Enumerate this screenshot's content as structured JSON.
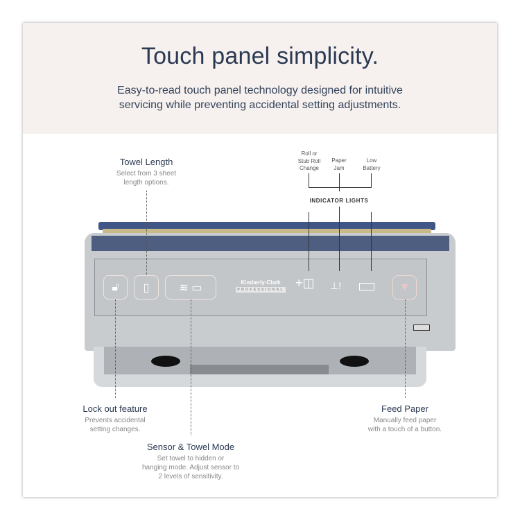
{
  "header": {
    "title": "Touch panel simplicity.",
    "subtitle_lines": [
      "Easy-to-read touch panel technology designed for intuitive",
      "servicing while preventing accidental setting adjustments."
    ]
  },
  "towel_length": {
    "title": "Towel Length",
    "desc": [
      "Select from 3 sheet",
      "length options."
    ]
  },
  "indicators": {
    "roll": [
      "Roll or",
      "Stub Roll",
      "Change"
    ],
    "jam": [
      "Paper",
      "Jam"
    ],
    "battery": [
      "Low",
      "Battery"
    ],
    "label": "INDICATOR LIGHTS"
  },
  "lockout": {
    "title": "Lock out feature",
    "desc": [
      "Prevents accidental",
      "setting changes."
    ]
  },
  "sensor": {
    "title": "Sensor & Towel Mode",
    "desc": [
      "Set towel to hidden or",
      "hanging mode. Adjust sensor to",
      "2 levels of sensitivity."
    ]
  },
  "feed": {
    "title": "Feed Paper",
    "desc": [
      "Manually feed paper",
      "with a touch of a button."
    ]
  },
  "logo": {
    "brand": "Kimberly-Clark",
    "sub": "PROFESSIONAL"
  },
  "colors": {
    "navy": "#2b3a52",
    "band": "#f6f1ef",
    "body": "#c9cccf"
  }
}
